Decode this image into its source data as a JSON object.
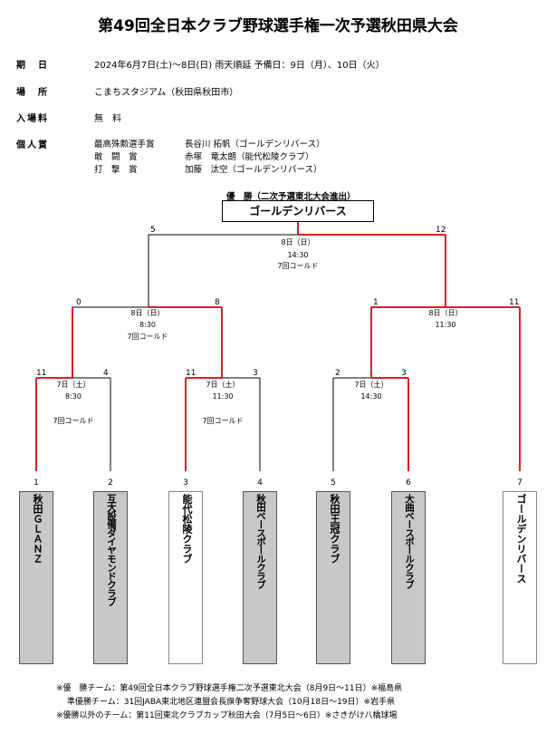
{
  "title": "第49回全日本クラブ野球選手権一次予選秋田県大会",
  "info": {
    "date_label": "期　日",
    "date_value": "2024年6月7日(土)～8日(日) 雨天順延 予備日：9日（月）、10日（火）",
    "venue_label": "場　所",
    "venue_value": "こまちスタジアム（秋田県秋田市）",
    "fee_label": "入場料",
    "fee_value": "無　料",
    "awards_label": "個人賞",
    "awards": [
      {
        "title": "最高殊勲選手賞",
        "name": "長谷川 拓帆（ゴールデンリバース）"
      },
      {
        "title": "敢　闘　賞",
        "name": "赤塚　竜太朗（能代松陵クラブ）"
      },
      {
        "title": "打　撃　賞",
        "name": "加藤　汰空（ゴールデンリバース）"
      }
    ]
  },
  "champion": {
    "label": "優　勝（二次予選東北大会進出）",
    "team": "ゴールデンリバース"
  },
  "bracket": {
    "final": {
      "left_score": "5",
      "right_score": "12",
      "date": "8日（日）",
      "time": "14:30",
      "note": "7回コールド"
    },
    "semi_left": {
      "left_score": "0",
      "right_score": "8",
      "date": "8日（日）",
      "time": "8:30",
      "note": "7回コールド"
    },
    "semi_right": {
      "left_score": "1",
      "right_score": "11",
      "date": "8日（日）",
      "time": "11:30",
      "note": ""
    },
    "r1_a": {
      "left_score": "11",
      "right_score": "4",
      "date": "7日（土）",
      "time": "8:30",
      "note": "7回コールド"
    },
    "r1_b": {
      "left_score": "11",
      "right_score": "3",
      "date": "7日（土）",
      "time": "11:30",
      "note": "7回コールド"
    },
    "r1_c": {
      "left_score": "2",
      "right_score": "3",
      "date": "7日（土）",
      "time": "14:30",
      "note": ""
    }
  },
  "teams": [
    {
      "seed": "1",
      "name": "秋田ＧＬＡＮＺ",
      "winner": false
    },
    {
      "seed": "2",
      "name": "互大設備ダイヤモンドクラブ",
      "winner": false
    },
    {
      "seed": "3",
      "name": "能代松陵クラブ",
      "winner": true
    },
    {
      "seed": "4",
      "name": "秋田ベースボールクラブ",
      "winner": false
    },
    {
      "seed": "5",
      "name": "秋田王冠クラブ",
      "winner": false
    },
    {
      "seed": "6",
      "name": "大曲ベースボールクラブ",
      "winner": false
    },
    {
      "seed": "7",
      "name": "ゴールデンリバース",
      "winner": true
    }
  ],
  "footnotes": [
    "※優　勝チーム：第49回全日本クラブ野球選手権二次予選東北大会（8月9日～11日）※福島県",
    "準優勝チーム：31回JABA東北地区連盟会長旗争奪野球大会（10月18日～19日）※岩手県",
    "※優勝以外のチーム：第11回東北クラブカップ秋田大会（7月5日～6日）※さきがけ八橋球場"
  ],
  "colors": {
    "win_line": "#e02020",
    "line": "#000000",
    "loser_box": "#c8c8c8"
  }
}
